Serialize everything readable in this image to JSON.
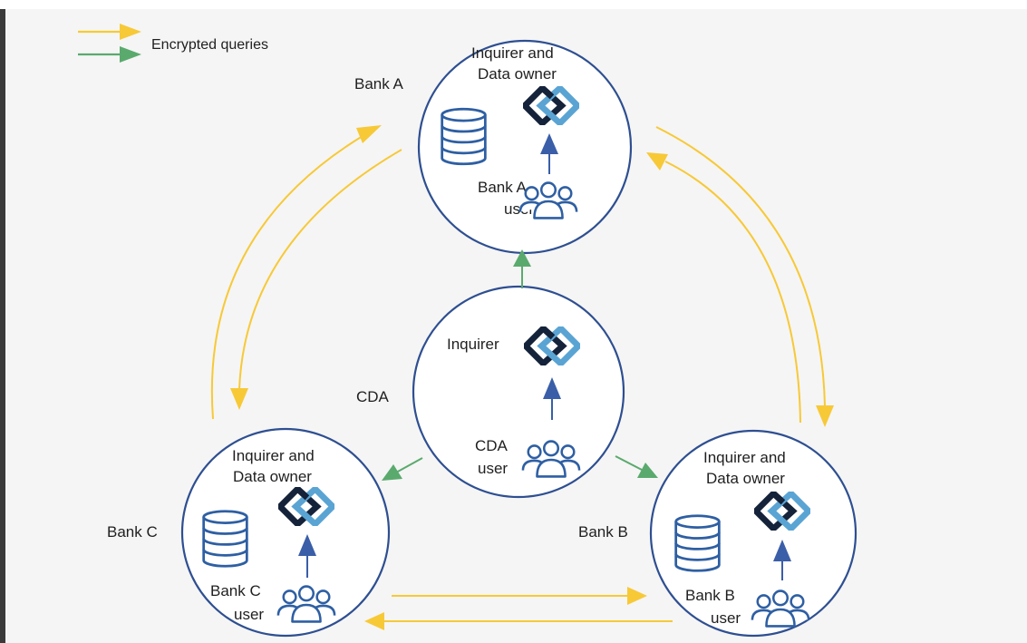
{
  "legend": {
    "encrypted_queries": "Encrypted queries"
  },
  "nodes": {
    "bank_a": {
      "name": "Bank A",
      "role_line1": "Inquirer and",
      "role_line2": "Data owner",
      "user_line1": "Bank A",
      "user_line2": "user"
    },
    "bank_b": {
      "name": "Bank B",
      "role_line1": "Inquirer and",
      "role_line2": "Data owner",
      "user_line1": "Bank B",
      "user_line2": "user"
    },
    "bank_c": {
      "name": "Bank C",
      "role_line1": "Inquirer and",
      "role_line2": "Data owner",
      "user_line1": "Bank C",
      "user_line2": "user"
    },
    "cda": {
      "name": "CDA",
      "role": "Inquirer",
      "user_line1": "CDA",
      "user_line2": "user"
    }
  },
  "colors": {
    "background": "#f5f5f5",
    "circle_stroke": "#2e4f91",
    "query_arrow": "#f7c937",
    "cda_arrow": "#5aaa6e",
    "user_arrow": "#3a5ea8",
    "icon_stroke": "#2e5fa3",
    "logo_dark": "#14223a",
    "logo_light": "#5aa4d4"
  },
  "icons": {
    "database": "database-icon",
    "logo": "logo-icon",
    "users": "users-group-icon"
  }
}
